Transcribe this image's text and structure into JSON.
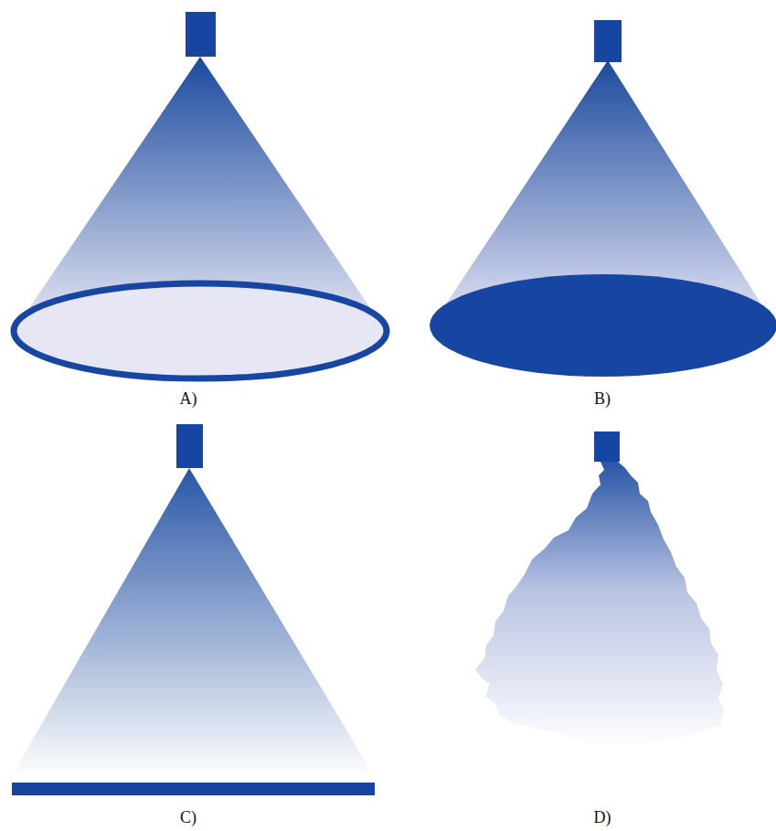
{
  "diagram": {
    "labels": [
      "A)",
      "B)",
      "C)",
      "D)"
    ]
  }
}
